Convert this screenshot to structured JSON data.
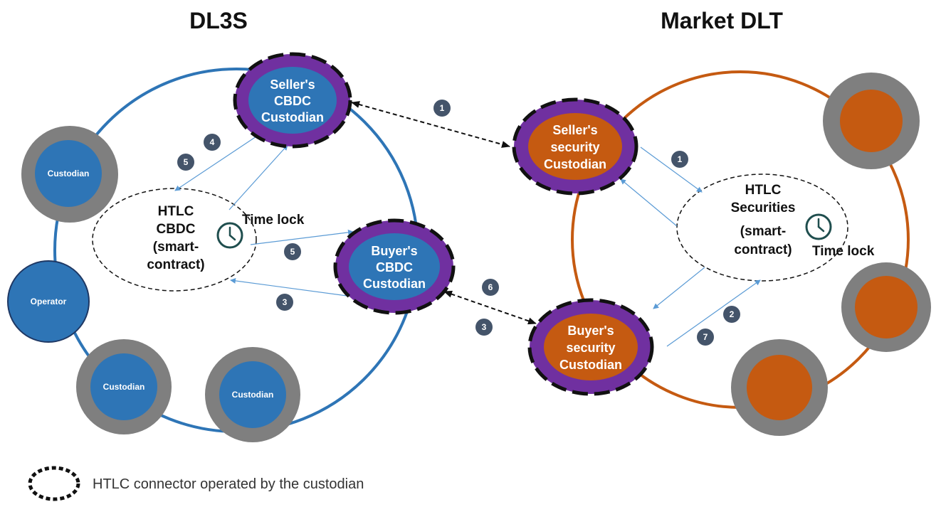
{
  "titles": {
    "left": "DL3S",
    "right": "Market DLT"
  },
  "colors": {
    "dl3s_ring": "#2e75b6",
    "market_ring": "#c55a11",
    "node_blue": "#2e75b6",
    "node_orange": "#c55a11",
    "node_grey": "#7f7f7f",
    "connector_purple": "#7030a0",
    "step_badge": "#44546a",
    "thin_arrow": "#5b9bd5",
    "clock": "#1f4e4e"
  },
  "dl3s": {
    "seller_cbdc": [
      "Seller's",
      "CBDC",
      "Custodian"
    ],
    "buyer_cbdc": [
      "Buyer's",
      "CBDC",
      "Custodian"
    ],
    "custodian_label": "Custodian",
    "operator_label": "Operator",
    "htlc": [
      "HTLC",
      "CBDC",
      "(smart-",
      "contract)"
    ],
    "time_lock": "Time lock"
  },
  "market": {
    "seller_security": [
      "Seller's",
      "security",
      "Custodian"
    ],
    "buyer_security": [
      "Buyer's",
      "security",
      "Custodian"
    ],
    "htlc": [
      "HTLC",
      "Securities",
      "(smart-",
      "contract)"
    ],
    "time_lock": "Time lock"
  },
  "steps": {
    "s1_top": "1",
    "s1_right": "1",
    "s2": "2",
    "s3_left": "3",
    "s3_mid": "3",
    "s4": "4",
    "s5_top": "5",
    "s5_mid": "5",
    "s6": "6",
    "s7": "7"
  },
  "legend": {
    "text": "HTLC connector operated by the custodian"
  }
}
